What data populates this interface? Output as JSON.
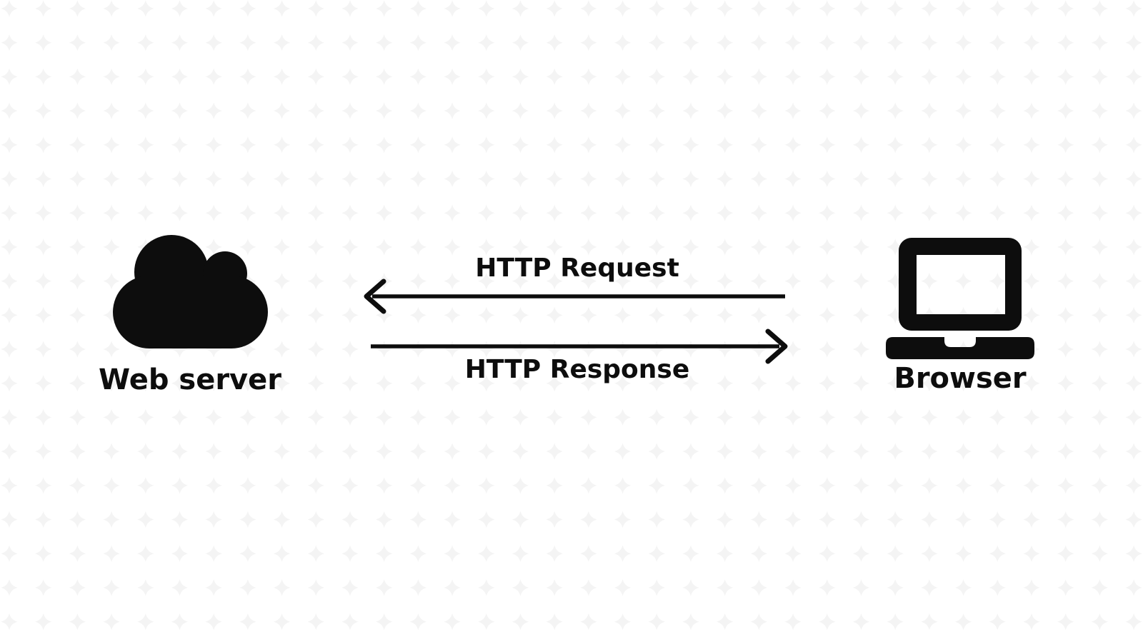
{
  "diagram": {
    "type": "sequence",
    "background_pattern": "four-point-sparkle-grid",
    "nodes": [
      {
        "id": "web-server",
        "label": "Web server",
        "icon": "cloud-icon",
        "side": "left"
      },
      {
        "id": "browser",
        "label": "Browser",
        "icon": "laptop-icon",
        "side": "right"
      }
    ],
    "edges": [
      {
        "id": "http-request",
        "label": "HTTP Request",
        "from": "browser",
        "to": "web-server",
        "arrow_direction": "left"
      },
      {
        "id": "http-response",
        "label": "HTTP Response",
        "from": "web-server",
        "to": "browser",
        "arrow_direction": "right"
      }
    ],
    "colors": {
      "foreground": "#0d0d0d",
      "background": "#ffffff",
      "pattern": "#f4f4f4"
    }
  }
}
